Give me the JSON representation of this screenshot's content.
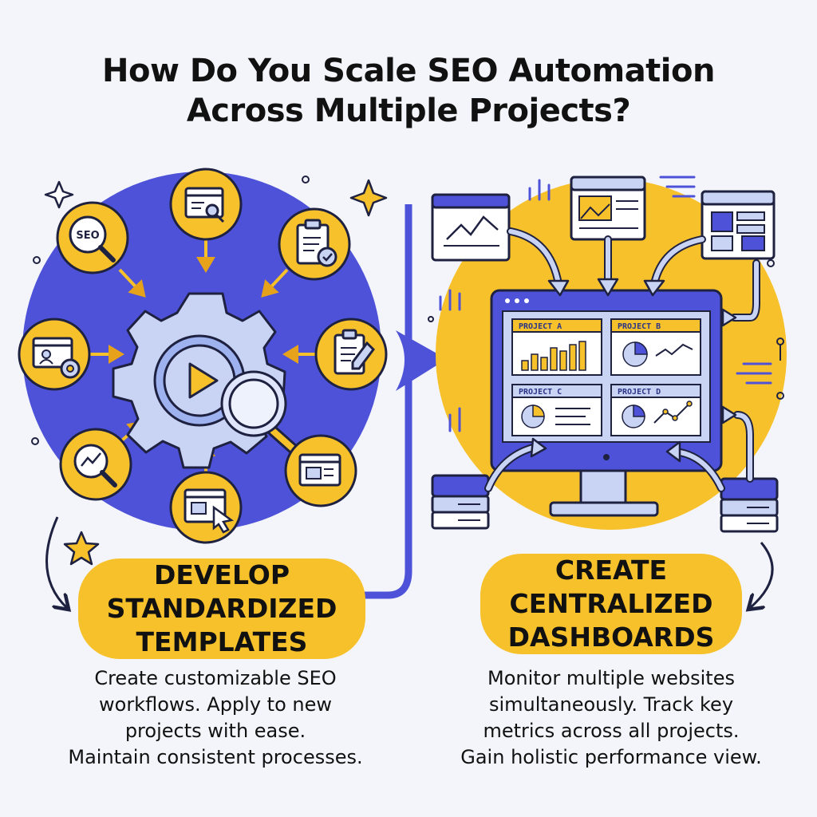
{
  "title": {
    "line1": "How Do You Scale SEO Automation",
    "line2": "Across Multiple Projects?"
  },
  "left": {
    "heading": [
      "DEVELOP",
      "STANDARDIZED",
      "TEMPLATES"
    ],
    "description": [
      "Create customizable SEO",
      "workflows. Apply to new",
      "projects with ease.",
      "Maintain consistent processes."
    ],
    "seo_badge": "SEO"
  },
  "right": {
    "heading": [
      "CREATE",
      "CENTRALIZED",
      "DASHBOARDS"
    ],
    "description": [
      "Monitor multiple websites",
      "simultaneously. Track key",
      "metrics across all projects.",
      "Gain holistic performance view."
    ],
    "panels": [
      "PROJECT A",
      "PROJECT B",
      "PROJECT C",
      "PROJECT D"
    ]
  },
  "colors": {
    "blue": "#4d52d8",
    "yellow": "#f7c12b",
    "light": "#c9d4f5",
    "ink": "#1e2140"
  }
}
